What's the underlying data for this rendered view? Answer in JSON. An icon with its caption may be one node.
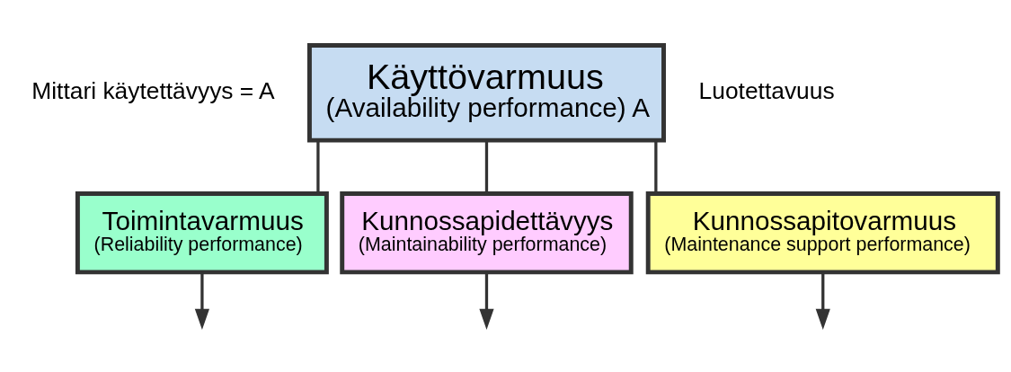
{
  "diagram": {
    "nodes": [
      {
        "text": [
          "Käyttövarmuus",
          "(Availability performance) A"
        ]
      },
      {
        "text": [
          "Toimintavarmuus",
          "(Reliability performance)"
        ]
      },
      {
        "text": [
          "Kunnossapidettävyys",
          "(Maintainability performance)"
        ]
      },
      {
        "text": [
          "Kunnossapitovarmuus",
          "(Maintenance support performance)"
        ]
      }
    ],
    "edges": [
      {
        "from": 0,
        "to": 1,
        "arrow": "none"
      },
      {
        "from": 0,
        "to": 2,
        "arrow": "none"
      },
      {
        "from": 0,
        "to": 3,
        "arrow": "none"
      },
      {
        "from": 1,
        "to": null,
        "arrow": "to"
      },
      {
        "from": 2,
        "to": null,
        "arrow": "to"
      },
      {
        "from": 3,
        "to": null,
        "arrow": "to"
      }
    ],
    "labels": [
      "Mittari käytettävyys = A",
      "Luotettavuus"
    ]
  }
}
